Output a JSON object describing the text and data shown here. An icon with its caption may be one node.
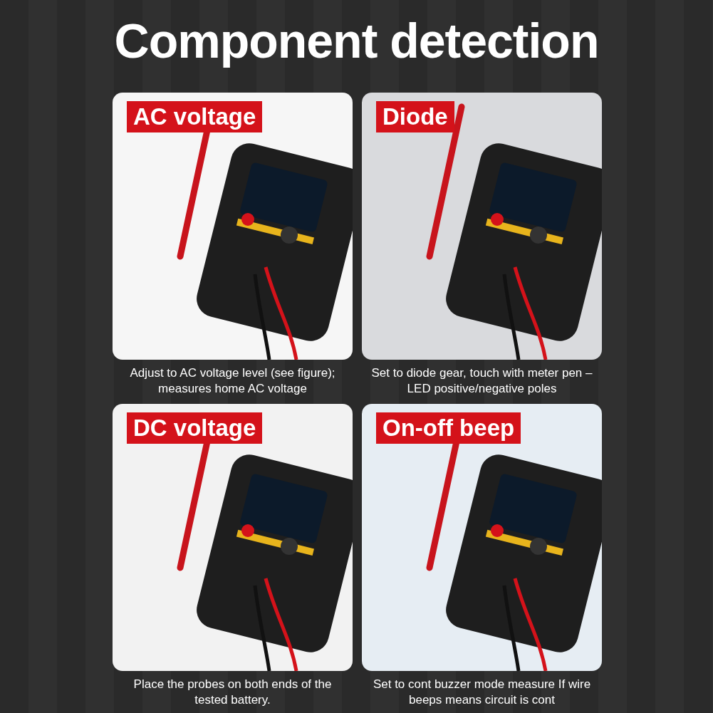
{
  "diagram": {
    "title": "Component detection",
    "nodes": [
      {
        "text": [
          "AC voltage"
        ],
        "beside": [
          "Adjust to AC voltage level (see figure); measures home AC voltage"
        ]
      },
      {
        "text": [
          "Diode"
        ],
        "beside": [
          "Set to diode gear, touch with meter pen – LED positive/negative poles"
        ]
      },
      {
        "text": [
          "DC voltage"
        ],
        "beside": [
          "Place the probes on both ends of the tested battery."
        ]
      },
      {
        "text": [
          "On-off beep"
        ],
        "beside": [
          "Set to cont buzzer mode measure If wire beeps means circuit is cont"
        ]
      }
    ]
  }
}
